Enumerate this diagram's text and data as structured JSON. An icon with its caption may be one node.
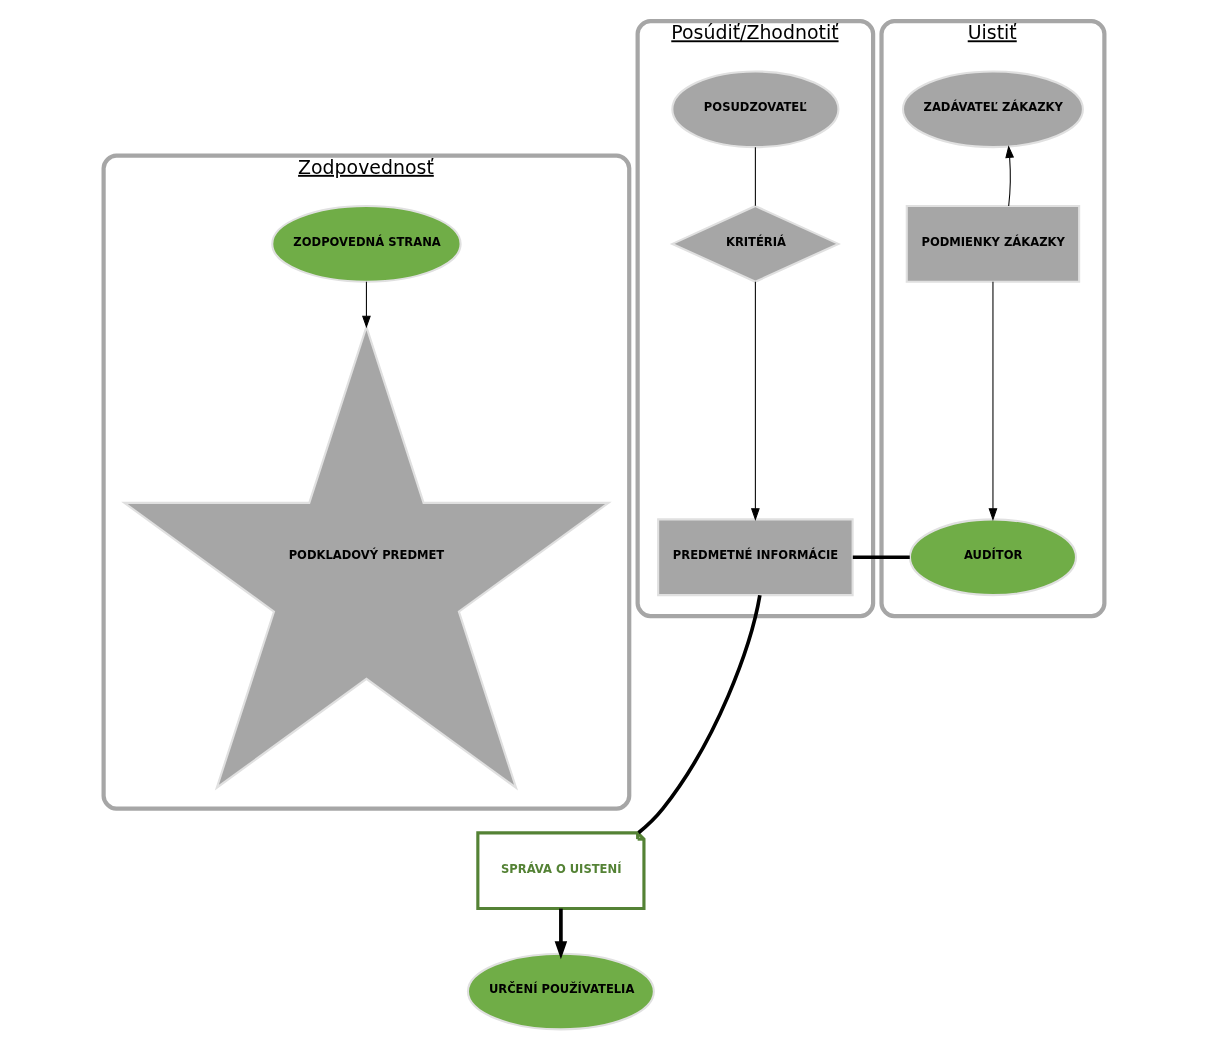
{
  "diagram": {
    "nodes": [
      {
        "text": [
          "Zodpovednosť"
        ]
      },
      {
        "text": [
          "ZODPOVEDNÁ STRANA"
        ],
        "in": 0
      },
      {
        "text": [
          "PODKLADOVÝ PREDMET"
        ],
        "in": 0
      },
      {
        "text": [
          "Posúdiť/Zhodnotiť"
        ]
      },
      {
        "text": [
          "POSUDZOVATEĽ"
        ],
        "in": 3
      },
      {
        "text": [
          "KRITÉRIÁ"
        ],
        "in": 3
      },
      {
        "text": [
          "PREDMETNÉ INFORMÁCIE"
        ],
        "in": 3
      },
      {
        "text": [
          "Uistiť"
        ]
      },
      {
        "text": [
          "ZADÁVATEĽ ZÁKAZKY"
        ],
        "in": 7
      },
      {
        "text": [
          "PODMIENKY ZÁKAZKY"
        ],
        "in": 7
      },
      {
        "text": [
          "AUDÍTOR"
        ],
        "in": 7
      },
      {
        "text": [
          "SPRÁVA O UISTENÍ"
        ]
      },
      {
        "text": [
          "URČENÍ POUŽÍVATELIA"
        ]
      }
    ],
    "edges": [
      {
        "from": 1,
        "to": 2,
        "arrow": "to"
      },
      {
        "from": 4,
        "to": 5,
        "arrow": "none"
      },
      {
        "from": 5,
        "to": 6,
        "arrow": "to"
      },
      {
        "from": 9,
        "to": 8,
        "arrow": "to"
      },
      {
        "from": 9,
        "to": 10,
        "arrow": "to"
      },
      {
        "from": 11,
        "to": 6,
        "arrow": "none",
        "style": "thick"
      },
      {
        "from": 6,
        "to": 10,
        "arrow": "none",
        "style": "thick"
      },
      {
        "from": 11,
        "to": 12,
        "arrow": "to",
        "style": "thick"
      }
    ]
  }
}
